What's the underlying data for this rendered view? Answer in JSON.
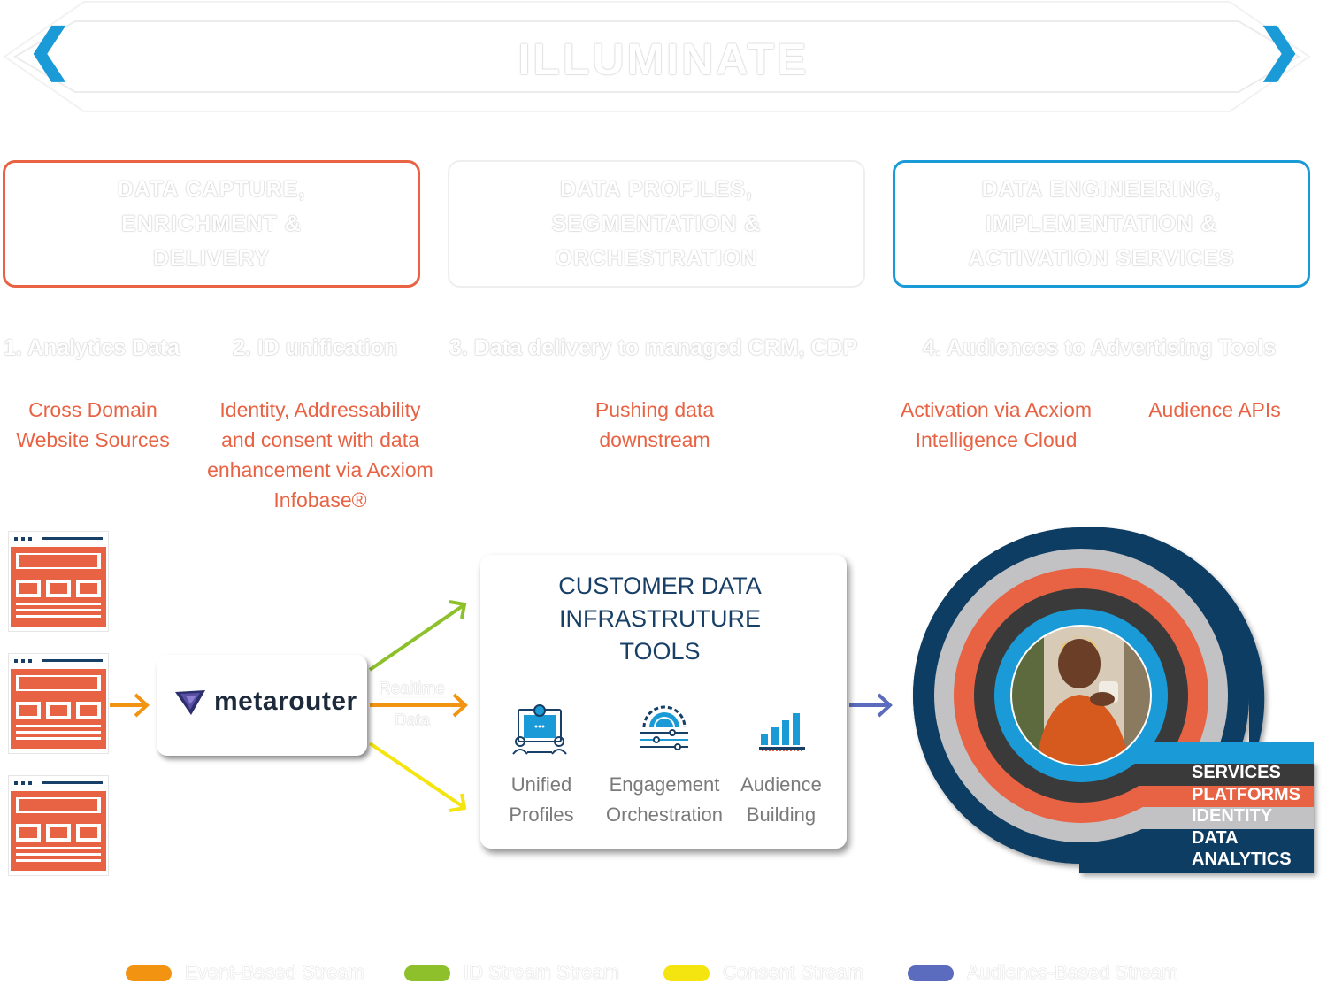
{
  "banner": {
    "title": "ILLUMINATE",
    "left_icon": "chevron-left-icon",
    "right_icon": "chevron-right-icon"
  },
  "phases": [
    {
      "lines": [
        "DATA CAPTURE,",
        "ENRICHMENT &",
        "DELIVERY"
      ],
      "color": "#e86344"
    },
    {
      "lines": [
        "DATA PROFILES,",
        "SEGMENTATION &",
        "ORCHESTRATION"
      ],
      "color": "#eeeeee"
    },
    {
      "lines": [
        "DATA ENGINEERING,",
        "IMPLEMENTATION &",
        "ACTIVATION SERVICES"
      ],
      "color": "#1a9ad6"
    }
  ],
  "steps": [
    "1. Analytics Data",
    "2. ID unification",
    "3. Data delivery to managed CRM, CDP",
    "4. Audiences to Advertising Tools"
  ],
  "descriptions": {
    "cross_domain": [
      "Cross Domain",
      "Website Sources"
    ],
    "identity": [
      "Identity, Addressability",
      "and consent with data",
      "enhancement via Acxiom",
      "Infobase®"
    ],
    "pushing": [
      "Pushing data",
      "downstream"
    ],
    "activation": [
      "Activation via Acxiom",
      "Intelligence Cloud"
    ],
    "apis": [
      "Audience APIs"
    ]
  },
  "metarouter": {
    "name": "metarouter",
    "logo_icon": "metarouter-logo-icon"
  },
  "realtime_label": [
    "Realtime",
    "Data"
  ],
  "cdi": {
    "title_lines": [
      "CUSTOMER DATA",
      "INFRASTRUTURE",
      "TOOLS"
    ],
    "tools": [
      {
        "icon": "unified-profiles-icon",
        "lines": [
          "Unified",
          "Profiles"
        ]
      },
      {
        "icon": "engagement-gear-icon",
        "lines": [
          "Engagement",
          "Orchestration"
        ]
      },
      {
        "icon": "bar-chart-icon",
        "lines": [
          "Audience",
          "Building"
        ]
      }
    ]
  },
  "stack": {
    "layers": [
      "SERVICES",
      "PLATFORMS",
      "IDENTITY",
      "DATA",
      "ANALYTICS"
    ],
    "colors": [
      "#1a9ad6",
      "#3a3a3a",
      "#e86344",
      "#c2c2c4",
      "#0f3d62"
    ]
  },
  "legend": [
    {
      "label": "Event-Based Stream",
      "color": "#f39312"
    },
    {
      "label": "ID Stream Stream",
      "color": "#8dc02b"
    },
    {
      "label": "Consent Stream",
      "color": "#f4e40f"
    },
    {
      "label": "Audience-Based Stream",
      "color": "#5b6bbd"
    }
  ],
  "colors": {
    "orange": "#e86344",
    "blue": "#1a9ad6",
    "navy": "#183f66"
  }
}
